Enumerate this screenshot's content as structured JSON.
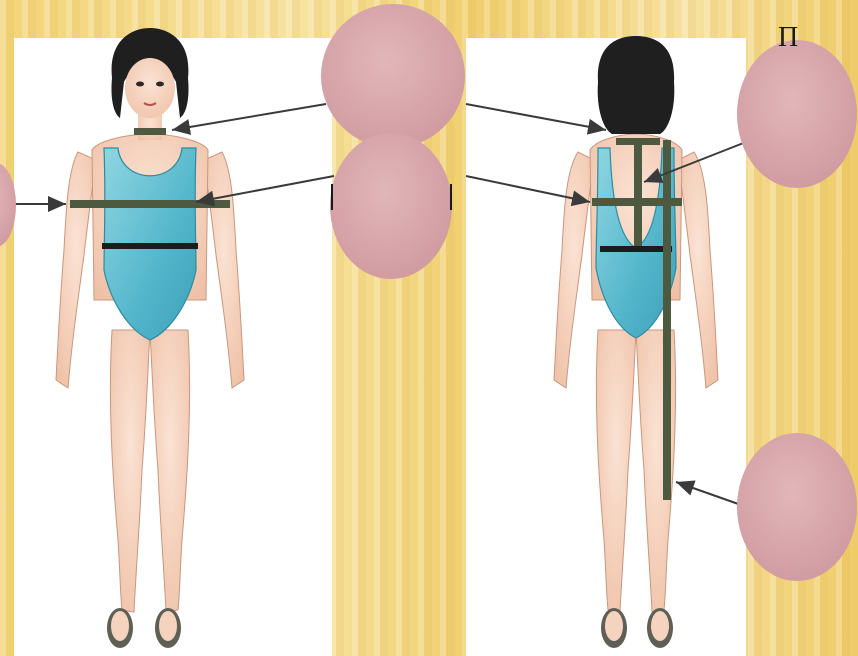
{
  "slide": {
    "corner_text": "П"
  },
  "figures": {
    "front": "front-view-figure-in-swimsuit",
    "back": "back-view-figure-in-swimsuit"
  },
  "colors": {
    "background": "#f3d47a",
    "swimsuit": "#5bbcd0",
    "skin": "#f6d3bf",
    "hair": "#1f1f1f",
    "measure_band": "#4d5a40",
    "waist_band": "#1c1c1c",
    "label_circle": "#d9a9ad"
  },
  "labels": [
    {
      "id": "label-neck",
      "text": ""
    },
    {
      "id": "label-chest",
      "text": ""
    },
    {
      "id": "label-arm-left",
      "text": ""
    },
    {
      "id": "label-back-shoulder",
      "text": ""
    },
    {
      "id": "label-back-length",
      "text": ""
    }
  ]
}
